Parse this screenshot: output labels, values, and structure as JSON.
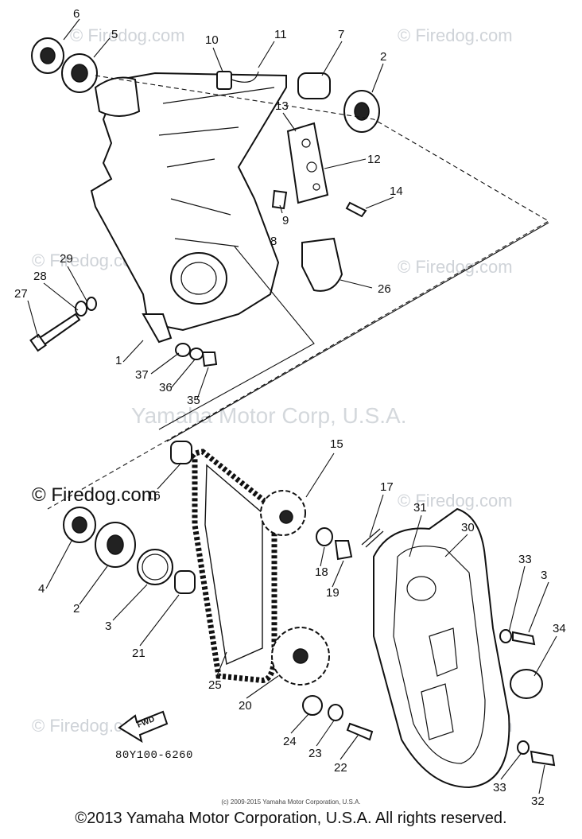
{
  "watermarks": {
    "firedog": "© Firedog.com",
    "firedog_short": "© Firedog",
    "firedog_com": "© Firedog.com",
    "yamaha": "Yamaha Motor Corp, U.S.A."
  },
  "diagram": {
    "reference_code": "80Y100-6260",
    "fwd_label": "FWD",
    "callouts": [
      "1",
      "2",
      "2",
      "3",
      "3",
      "4",
      "5",
      "6",
      "7",
      "8",
      "9",
      "10",
      "11",
      "12",
      "13",
      "14",
      "15",
      "16",
      "17",
      "18",
      "19",
      "20",
      "21",
      "22",
      "23",
      "24",
      "25",
      "26",
      "27",
      "28",
      "29",
      "30",
      "31",
      "32",
      "33",
      "33",
      "34",
      "35",
      "36",
      "37"
    ]
  },
  "small_copyright": "(c) 2009-2015 Yamaha Motor Corporation, U.S.A.",
  "footer": "©2013 Yamaha Motor Corporation, U.S.A. All rights reserved."
}
